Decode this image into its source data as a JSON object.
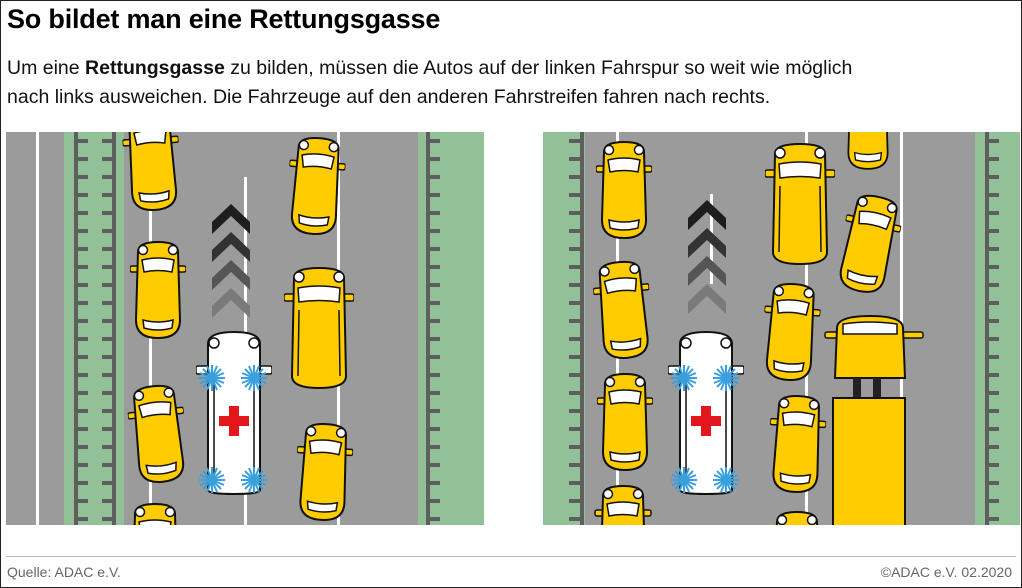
{
  "title": "So bildet man eine Rettungsgasse",
  "description": {
    "line1_pre": "Um eine ",
    "line1_bold": "Rettungsgasse",
    "line1_post": " zu bilden, müssen die Autos auf der linken Fahrspur so weit wie möglich",
    "line2": "nach links ausweichen. Die Fahrzeuge auf den anderen Fahrstreifen fahren nach rechts."
  },
  "footer": {
    "source": "Quelle: ADAC e.V.",
    "copyright": "©ADAC e.V.  02.2020"
  },
  "colors": {
    "asphalt": "#9b9b9b",
    "grass": "#93c197",
    "car": "#ffcc00",
    "cross": "#e2161b",
    "siren": "#3aa0dd"
  }
}
